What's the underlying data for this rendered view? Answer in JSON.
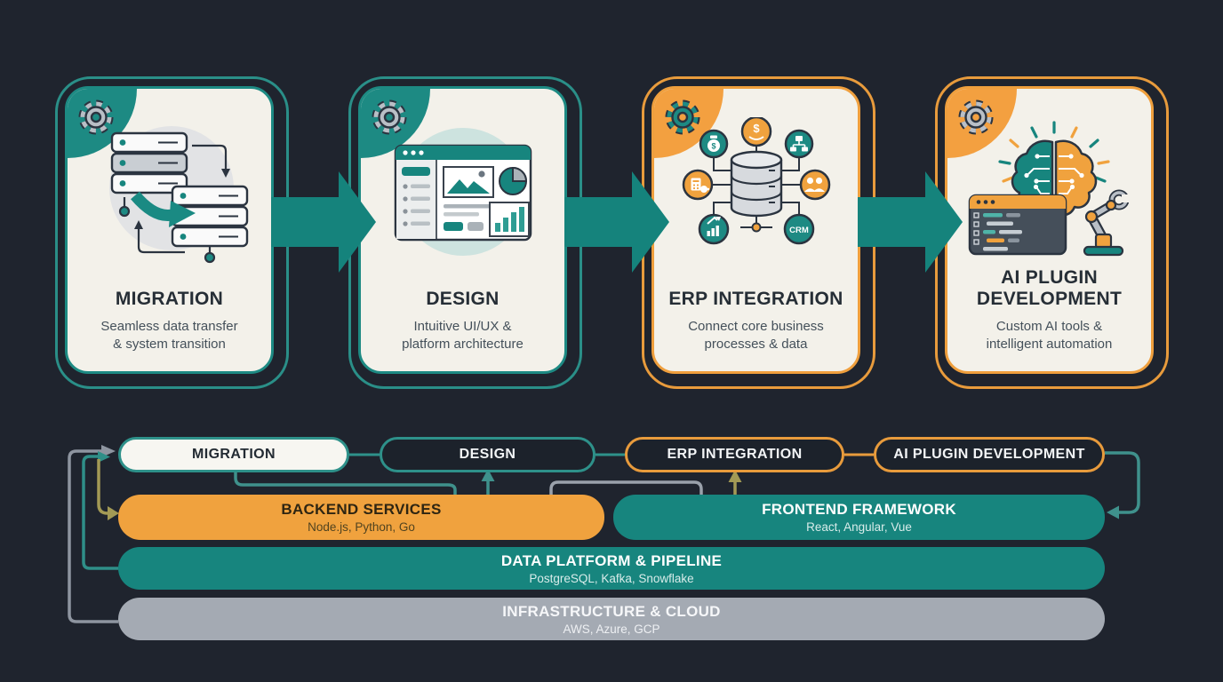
{
  "palette": {
    "background": "#1f242e",
    "teal": "#17857e",
    "teal_border": "#2a8f88",
    "orange": "#f0a23e",
    "orange_border": "#e89b3c",
    "olive": "#a39a55",
    "gray_line": "#8e95a0",
    "card_bg": "#f3f1ea",
    "gray_pill": "#a4aab3",
    "dark_text": "#262e36"
  },
  "process_cards": [
    {
      "title": "MIGRATION",
      "subtitle": "Seamless data transfer\n& system transition",
      "accent": "teal",
      "icon": "server-migration"
    },
    {
      "title": "DESIGN",
      "subtitle": "Intuitive UI/UX &\nplatform architecture",
      "accent": "teal",
      "icon": "ui-dashboard"
    },
    {
      "title": "ERP INTEGRATION",
      "subtitle": "Connect core business\nprocesses & data",
      "accent": "orange",
      "icon": "erp-hub",
      "crm_label": "CRM"
    },
    {
      "title": "AI PLUGIN\nDEVELOPMENT",
      "subtitle": "Custom AI tools &\nintelligent automation",
      "accent": "orange",
      "icon": "ai-brain-robot"
    }
  ],
  "stack": {
    "phases": [
      {
        "label": "MIGRATION",
        "style": "white"
      },
      {
        "label": "DESIGN",
        "style": "teal-outline"
      },
      {
        "label": "ERP INTEGRATION",
        "style": "orange-outline"
      },
      {
        "label": "AI PLUGIN DEVELOPMENT",
        "style": "orange-outline"
      }
    ],
    "layers": [
      {
        "title": "BACKEND SERVICES",
        "subtitle": "Node.js, Python, Go",
        "color": "orange"
      },
      {
        "title": "FRONTEND FRAMEWORK",
        "subtitle": "React, Angular, Vue",
        "color": "teal"
      },
      {
        "title": "DATA PLATFORM & PIPELINE",
        "subtitle": "PostgreSQL, Kafka, Snowflake",
        "color": "teal"
      },
      {
        "title": "INFRASTRUCTURE & CLOUD",
        "subtitle": "AWS, Azure, GCP",
        "color": "gray"
      }
    ]
  }
}
